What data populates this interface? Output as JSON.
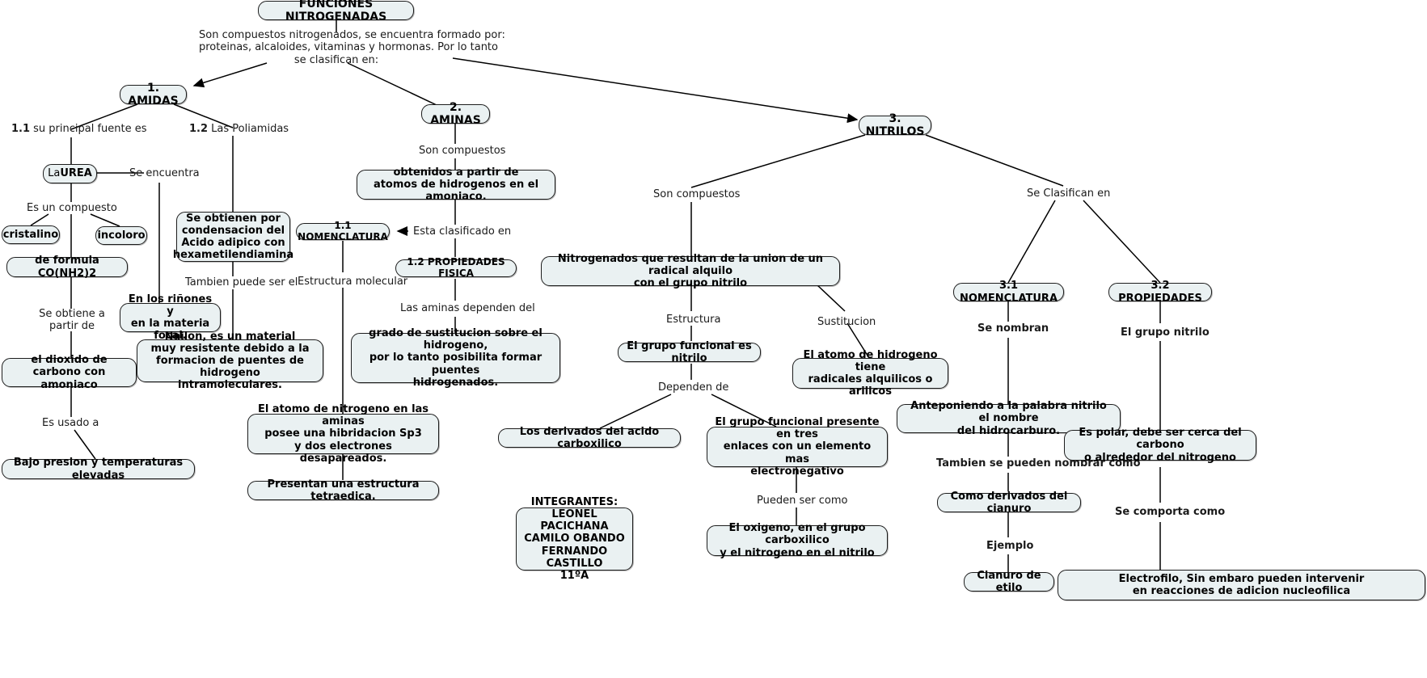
{
  "diagram": {
    "title": "FUNCIONES NITROGENADAS",
    "type": "concept-map",
    "theme": {
      "node_fill": "#eaf1f2",
      "node_border": "#1d1d1d",
      "link_color": "#000000",
      "text_color": "#000000"
    }
  },
  "nodes": {
    "root": "FUNCIONES NITROGENADAS",
    "amidas": "1. AMIDAS",
    "aminas": "2. AMINAS",
    "nitrilos": "3. NITRILOS",
    "urea_pre": "La ",
    "urea_strong": "UREA",
    "cristalino": "cristalino",
    "incoloro": "incoloro",
    "formula": "de formula CO(NH2)2",
    "dioxido": "el dioxido de carbono con amoniaco",
    "bajo_presion": "Bajo presion y temperaturas elevadas",
    "condensacion": "Se obtienen por condensacion del Acido adipico con hexametilendiamina",
    "rinones": "En los riñones y en la materia focal.",
    "nailon": "Nailon, es un material muy resistente debido a la formacion de puentes de hidrogeno intramoleculares.",
    "obtenidos": "obtenidos a partir de atomos de hidrogenos en el amoniaco.",
    "nomenclatura_1_1": "1.1 NOMENCLATURA",
    "propiedades_1_2": "1.2 PROPIEDADES FISICA",
    "grado_sustitucion": "grado de sustitucion sobre el hidrogeno, por lo tanto posibilita formar puentes hidrogenados.",
    "atomo_nitrogeno": "El atomo de nitrogeno en las aminas posee una hibridacion Sp3 y dos electrones desapareados.",
    "tetraedica": "Presentan una estructura tetraedica.",
    "nitrogenados_union": "Nitrogenados que resultan de la union de un radical alquilo con el grupo nitrilo",
    "grupo_funcional_nitrilo": "El grupo funcional es nitrilo",
    "atomo_hidrogeno_radicales": "El atomo de hidrogeno tiene radicales alquilicos o arilicos",
    "derivados_carboxilico": "Los derivados del acido carboxilico",
    "grupo_funcional_tres": "El grupo funcional presente en tres enlaces con un elemento mas electronegativo",
    "oxigeno_carboxilico": "El oxigeno, en el grupo carboxilico y el nitrogeno en el nitrilo",
    "nomenclatura_3_1": "3.1 NOMENCLATURA",
    "propiedades_3_2": "3.2 PROPIEDADES",
    "anteponiendo": "Anteponiendo a la palabra nitrilo el nombre del hidrocarburo.",
    "derivados_cianuro": "Como derivados del cianuro",
    "cianuro_etilo": "Cianuro de etilo",
    "es_polar": "Es polar, debe ser cerca del carbono o alrededor del nitrogeno",
    "electrofilo": "Electrofilo, Sin embaro pueden intervenir en reacciones de adicion nucleofilica",
    "integrantes": "INTEGRANTES: LEONEL PACICHANA CAMILO OBANDO FERNANDO CASTILLO 11ºA"
  },
  "node_lines": {
    "condensacion": [
      "Se obtienen por",
      "condensacion del",
      "Acido adipico con",
      "hexametilendiamina"
    ],
    "rinones": [
      "En los riñones y",
      "en la materia focal."
    ],
    "nailon": [
      "Nailon, es un material",
      "muy resistente debido a la",
      "formacion de puentes de hidrogeno",
      "intramoleculares."
    ],
    "obtenidos": [
      "obtenidos a partir de",
      "atomos de hidrogenos en el amoniaco."
    ],
    "grado_sustitucion": [
      "grado de sustitucion sobre el hidrogeno,",
      "por lo tanto posibilita formar puentes",
      "hidrogenados."
    ],
    "atomo_nitrogeno": [
      "El atomo de nitrogeno en las aminas",
      "posee una hibridacion Sp3",
      "y dos electrones desapareados."
    ],
    "nitrogenados_union": [
      "Nitrogenados que resultan de la union de un radical alquilo",
      "con el grupo nitrilo"
    ],
    "atomo_hidrogeno_radicales": [
      "El atomo de hidrogeno tiene",
      "radicales alquilicos o arilicos"
    ],
    "grupo_funcional_tres": [
      "El grupo funcional presente en tres",
      "enlaces con un elemento mas",
      "electronegativo"
    ],
    "oxigeno_carboxilico": [
      "El oxigeno, en el grupo carboxilico",
      "y el nitrogeno en el nitrilo"
    ],
    "anteponiendo": [
      "Anteponiendo a la palabra nitrilo el nombre",
      "del hidrocarburo."
    ],
    "es_polar": [
      "Es polar, debe ser cerca del carbono",
      "o alrededor del nitrogeno"
    ],
    "electrofilo": [
      "Electrofilo, Sin embaro pueden intervenir",
      "en reacciones de adicion nucleofilica"
    ],
    "dioxido": [
      "el dioxido de carbono con",
      "amoniaco"
    ],
    "integrantes": [
      "INTEGRANTES:",
      "LEONEL PACICHANA",
      "CAMILO OBANDO",
      "FERNANDO CASTILLO",
      "11ºA"
    ]
  },
  "link_labels": {
    "root_desc_l1": "Son compuestos nitrogenados, se encuentra formado por:",
    "root_desc_l2": "proteinas, alcaloides, vitaminas y hormonas. Por lo tanto",
    "root_desc_l3": "se clasifican en:",
    "l_1_1_num": "1.1",
    "l_1_1": " su principal fuente es",
    "l_1_2_num": "1.2",
    "l_1_2": " Las Poliamidas",
    "l_se_encuentra": "Se encuentra",
    "l_es_un_compuesto": "Es un compuesto",
    "l_se_obtiene": "Se obtiene a partir de",
    "l_es_usado": "Es usado a",
    "l_tambien_puede": "Tambien puede ser el",
    "l_son_compuestos_aminas": "Son compuestos",
    "l_esta_clasificado": "Esta clasificado en",
    "l_estructura_molecular": "Estructura molecular",
    "l_aminas_dependen": "Las aminas dependen del",
    "l_son_compuestos_nitrilos": "Son compuestos",
    "l_se_clasifican": "Se Clasifican en",
    "l_estructura": "Estructura",
    "l_sustitucion": "Sustitucion",
    "l_dependen_de": "Dependen de",
    "l_pueden_ser_como": "Pueden ser como",
    "l_se_nombran": "Se nombran",
    "l_tambien_se_pueden": "Tambien se pueden nombrar como",
    "l_ejemplo": "Ejemplo",
    "l_el_grupo_nitrilo": "El grupo nitrilo",
    "l_se_comporta_como": "Se comporta como"
  }
}
